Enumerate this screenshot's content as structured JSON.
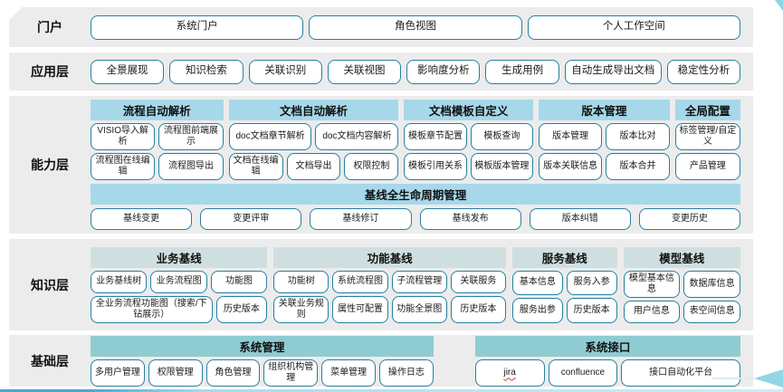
{
  "colors": {
    "band_bg": "#ececec",
    "button_border": "#26809f",
    "capability_header": "#a6d8e9",
    "knowledge_header": "#cfdfdf",
    "foundation_header": "#8fccd2",
    "accent_blue": "#4aa6d5",
    "squiggle_red": "#d9362b"
  },
  "layers": {
    "portal": {
      "label": "门户",
      "items": [
        "系统门户",
        "角色视图",
        "个人工作空间"
      ]
    },
    "application": {
      "label": "应用层",
      "items": [
        "全景展现",
        "知识检索",
        "关联识别",
        "关联视图",
        "影响度分析",
        "生成用例",
        "自动生成导出文档",
        "稳定性分析"
      ]
    },
    "capability": {
      "label": "能力层",
      "groups": [
        {
          "title": "流程自动解析",
          "rows": [
            [
              "VISIO导入解析",
              "流程图前端展示"
            ],
            [
              "流程图在线编辑",
              "流程图导出"
            ]
          ]
        },
        {
          "title": "文档自动解析",
          "rows": [
            [
              "doc文档章节解析",
              "doc文档内容解析"
            ],
            [
              "文档在线编辑",
              "文档导出",
              "权限控制"
            ]
          ]
        },
        {
          "title": "文档模板自定义",
          "rows": [
            [
              "模板章节配置",
              "模板查询"
            ],
            [
              "模板引用关系",
              "模板版本管理"
            ]
          ]
        },
        {
          "title": "版本管理",
          "rows": [
            [
              "版本管理",
              "版本比对"
            ],
            [
              "版本关联信息",
              "版本合并"
            ]
          ]
        },
        {
          "title": "全局配置",
          "rows": [
            [
              "标签管理/自定义"
            ],
            [
              "产品管理"
            ]
          ]
        }
      ],
      "baseline": {
        "title": "基线全生命周期管理",
        "items": [
          "基线变更",
          "变更评审",
          "基线修订",
          "基线发布",
          "版本纠错",
          "变更历史"
        ]
      }
    },
    "knowledge": {
      "label": "知识层",
      "groups": [
        {
          "title": "业务基线",
          "rows": [
            [
              "业务基线树",
              "业务流程图",
              "功能图"
            ],
            [
              "全业务流程功能图（搜索/下钻展示）",
              "历史版本"
            ]
          ]
        },
        {
          "title": "功能基线",
          "rows": [
            [
              "功能树",
              "系统流程图",
              "子流程管理",
              "关联服务"
            ],
            [
              "关联业务规则",
              "属性可配置",
              "功能全景图",
              "历史版本"
            ]
          ]
        },
        {
          "title": "服务基线",
          "rows": [
            [
              "基本信息",
              "服务入参"
            ],
            [
              "服务出参",
              "历史版本"
            ]
          ]
        },
        {
          "title": "模型基线",
          "rows": [
            [
              "模型基本信息",
              "数据库信息"
            ],
            [
              "用户信息",
              "表空间信息"
            ]
          ]
        }
      ]
    },
    "foundation": {
      "label": "基础层",
      "groups": [
        {
          "title": "系统管理",
          "rows": [
            [
              "多用户管理",
              "权限管理",
              "角色管理",
              "组织机构管理",
              "菜单管理",
              "操作日志"
            ]
          ]
        },
        {
          "title": "系统接口",
          "rows": [
            [
              "jira",
              "confluence",
              "接口自动化平台"
            ]
          ]
        }
      ]
    }
  }
}
